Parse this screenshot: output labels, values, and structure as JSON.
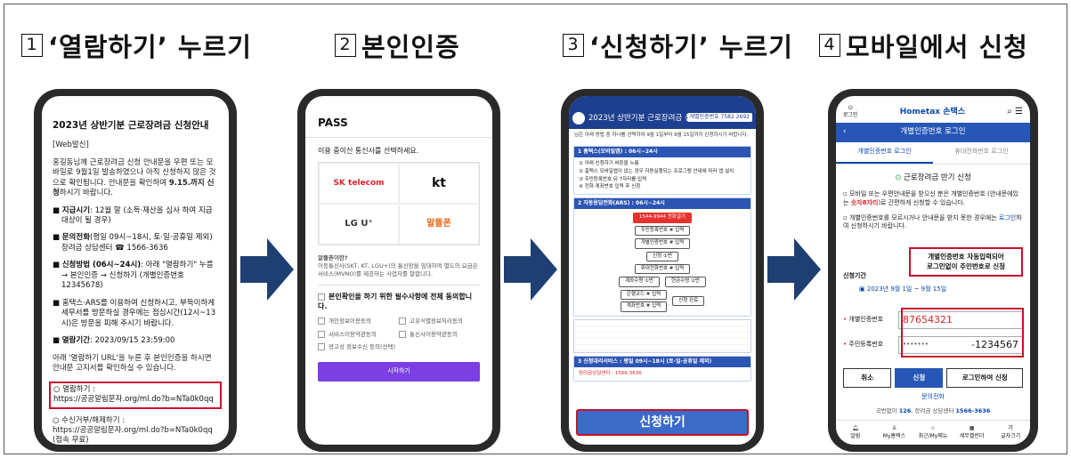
{
  "steps": [
    {
      "num": "1",
      "title": "‘열람하기’ 누르기"
    },
    {
      "num": "2",
      "title": "본인인증"
    },
    {
      "num": "3",
      "title": "‘신청하기’ 누르기"
    },
    {
      "num": "4",
      "title": "모바일에서 신청"
    }
  ],
  "phone1": {
    "title": "2023년 상반기분 근로장려금 신청안내",
    "web_tag": "[Web발신]",
    "intro": "홍길동님께 근로장려금 신청 안내문을 우편 또는 모바일로 9월1일 발송하였으나 아직 신청하지 않은 것으로 확인됩니다. 안내문을 확인하여",
    "intro_bold": "9.15.까지 신청",
    "intro_end": "하시기 바랍니다.",
    "items": [
      {
        "label": "지급시기",
        "text": ": 12월 말 (소득·재산을 심사 하여 지급대상이 될 경우)"
      },
      {
        "label": "문의전화",
        "text": "(평일 09시~18시, 토·일·공휴일 제외) 장려금 상담센터 ☎ 1566-3636"
      },
      {
        "label": "신청방법 (06시~24시)",
        "text": ": 아래 \"열람하기\" 누름 → 본인인증 → 신청하기 (개별인증번호 12345678)"
      },
      {
        "label": "",
        "text": "홈택스·ARS를 이용하여 신청하시고, 부득이하게 세무서를 방문하실 경우에는 점심시간(12시~13시)은 방문을 피해 주시기 바랍니다."
      },
      {
        "label": "열람기간",
        "text": ": 2023/09/15 23:59:00"
      }
    ],
    "notice": "아래 '열람하기 URL'을 누른 후 본인인증을 하시면 안내문 고지서를 확인하실 수 있습니다.",
    "link1_label": "○ 열람하기 :",
    "link1_url": "https://공공알림문자.org/ml.do?b=NTa0k0qq",
    "link2_label": "○ 수신거부/해제하기 :",
    "link2_url": "https://공공알림문자.org/ml.do?b=NTa0k0qq",
    "link2_note": "(접속 무료)"
  },
  "phone2": {
    "brand": "PASS",
    "question": "이용 중이신 통신사를 선택하세요.",
    "carriers": [
      "SK telecom",
      "kt",
      "LG U⁺",
      "알뜰폰"
    ],
    "mvno_title": "알뜰폰이란?",
    "mvno_desc": "이동통신사(SKT, KT, LGU+)의 통신망을 임대하여 별도의 요금은 서비스(MVNO)를 제공하는 사업자를 말합니다.",
    "agree_title": "본인확인을 하기 위한 필수사항에 전체 동의합니다.",
    "options": [
      "개인정보이용동의",
      "고유식별정보처리동의",
      "서비스이용약관동의",
      "통신사이용약관동의",
      "광고성 정보수신 동의(선택)"
    ],
    "start": "시작하기"
  },
  "phone3": {
    "header": "2023년 상반기분 근로장려금 신청 안내문",
    "ref_num": "개별인증번호 7582 2692",
    "intro": "님은 아래 방법 중 하나를 선택하여 9월 1일부터 9월 15일까지 신청하시기 바랍니다.",
    "sec1": "1 홈택스(모바일앱) : 06시~24시",
    "sec1_lines": [
      "아래 신청하기 버튼을 누름",
      "홈택스 모바일앱이 없는 경우 자동실행되는 프로그램 안내에 따라 앱 설치",
      "주민등록번호 뒤 7자리를 입력",
      "전화·계좌번호 입력 후 신청"
    ],
    "sec2": "2 자동응답전화(ARS) : 06시~24시",
    "ars_number": "1544-9944 전화걸기",
    "flow": [
      "주민등록번호 # 입력",
      "개별인증번호 # 입력",
      "신청 ①번",
      "휴대전화번호 # 입력",
      "계좌수령 ①번",
      "현금수령 ②번",
      "은행코드 # 입력",
      "계좌번호 # 입력",
      "신청 완료"
    ],
    "sec3": "3 신청대리서비스 : 평일 09시~18시 (토·일·공휴일 제외)",
    "center": "장려금상담센터 : 1566-3636",
    "apply": "신청하기"
  },
  "phone4": {
    "login": "로그인",
    "brand": "Hometax 손택스",
    "nav_title": "개별인증번호 로그인",
    "tab_active": "개별인증번호 로그인",
    "tab_inactive": "휴대전화번호 로그인",
    "request": "근로장려금 반기 신청",
    "note1_a": "모바일 또는 우편안내문을 받으신 분은 개별인증번호 (안내문에있는",
    "note1_red": "숫자8자리",
    "note1_b": ")로 간편하게 신청할 수 있습니다.",
    "note2_a": "개별인증번호를 모르시거나 안내문을 받지 못한 경우에는",
    "note2_blue": "로그인",
    "note2_b": "하여 신청하시기 바랍니다.",
    "callout_line1": "개별인증번호 자동입력되어",
    "callout_line2": "로그인없이 주민번호로 신청",
    "period_label": "신청기간",
    "period_value": "2023년 9월 1일 ~ 9월 15일",
    "auth_label": "개별인증번호",
    "auth_value": "87654321",
    "rrn_label": "주민등록번호",
    "rrn_mask": "•••••••",
    "rrn_value": "1234567",
    "btn_cancel": "취소",
    "btn_apply": "신청",
    "btn_login": "로그인하여 신청",
    "help": "문의전화",
    "center_a": "국번없이",
    "center_b": "126",
    "center_c": ", 장려금 상담센터",
    "center_d": "1566-3636",
    "tabbar": [
      "알림",
      "My홈택스",
      "최근/My메뉴",
      "세무캘린더",
      "글자크기"
    ]
  }
}
